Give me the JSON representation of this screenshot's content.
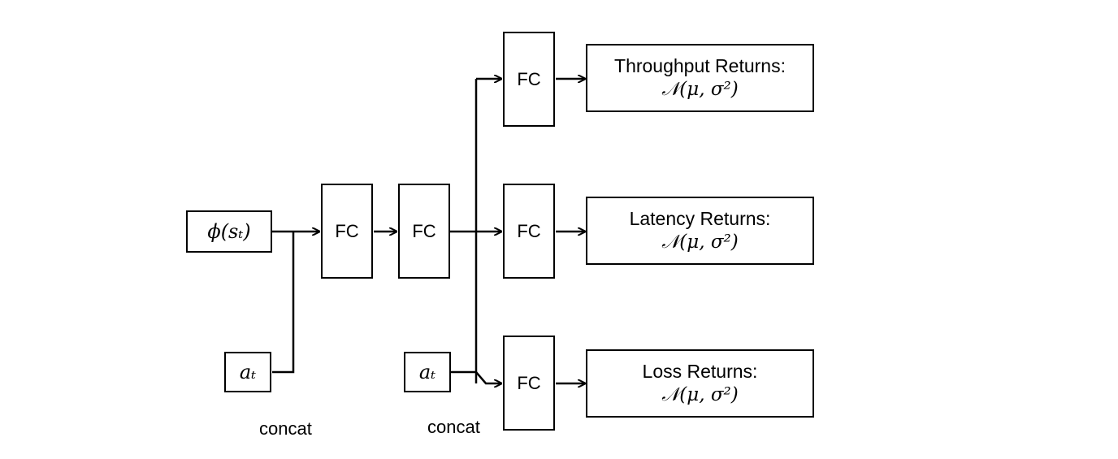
{
  "input": {
    "state_features": "ϕ(sₜ)",
    "action_1": "aₜ",
    "action_2": "aₜ"
  },
  "layers": {
    "fc_label": "FC"
  },
  "concat_labels": [
    "concat",
    "concat"
  ],
  "heads": [
    {
      "title": "Throughput Returns:",
      "distribution": "𝒩(μ, σ²)"
    },
    {
      "title": "Latency Returns:",
      "distribution": "𝒩(μ, σ²)"
    },
    {
      "title": "Loss Returns:",
      "distribution": "𝒩(μ, σ²)"
    }
  ]
}
